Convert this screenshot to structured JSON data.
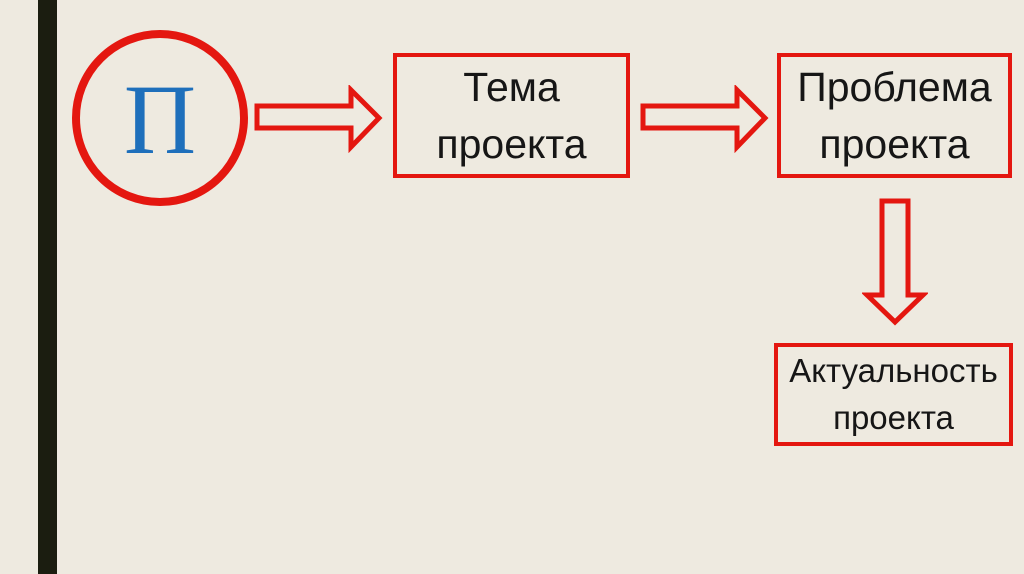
{
  "diagram": {
    "monogram_letter": "П",
    "nodes": [
      {
        "id": "tema-proekta",
        "lines": [
          "Тема",
          "проекта"
        ]
      },
      {
        "id": "problema-proekta",
        "lines": [
          "Проблема",
          "проекта"
        ]
      },
      {
        "id": "aktualnost-proekta",
        "lines": [
          "Актуальность",
          "проекта"
        ]
      }
    ],
    "connections": [
      {
        "from": "monogram",
        "to": "tema-proekta",
        "direction": "right"
      },
      {
        "from": "tema-proekta",
        "to": "problema-proekta",
        "direction": "right"
      },
      {
        "from": "problema-proekta",
        "to": "aktualnost-proekta",
        "direction": "down"
      }
    ],
    "colors": {
      "background": "#EEEAE0",
      "accent_red": "#E41710",
      "sidebar_black": "#1B1D10",
      "monogram_blue": "#1E6FBB",
      "text_black": "#161616"
    }
  }
}
